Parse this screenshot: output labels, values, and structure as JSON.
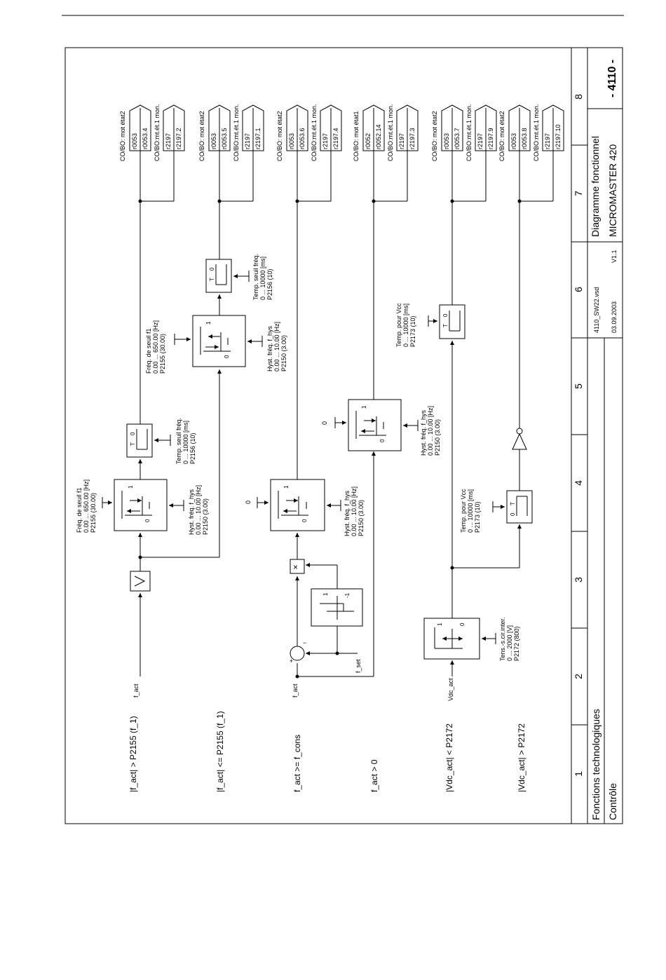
{
  "page": {
    "number": "- 4110 -"
  },
  "title_block": {
    "col_numbers": [
      "1",
      "2",
      "3",
      "4",
      "5",
      "6",
      "7",
      "8"
    ],
    "section": "Fonctions technologiques",
    "subsection": "Contrôle",
    "file": "4110_SW22.vsd",
    "date": "03.09.2003",
    "version": "V1.1",
    "doc_type": "Diagramme fonctionnel",
    "product": "MICROMASTER 420"
  },
  "conditions": [
    {
      "label": "|f_act| > P2155 (f_1)",
      "signal": "f_act"
    },
    {
      "label": "|f_act| <= P2155 (f_1)"
    },
    {
      "label": "f_act >= f_cons",
      "signal": "f_act",
      "signal2": "f_set"
    },
    {
      "label": "f_act > 0"
    },
    {
      "label": "|Vdc_act| < P2172",
      "signal": "Vdc_act"
    },
    {
      "label": "|Vdc_act| > P2172"
    }
  ],
  "params": {
    "freq_seuil": [
      "Fréq. de seuil f1",
      "0.00 ... 650.00  [Hz]",
      "P2155 (30.00)"
    ],
    "hyst": [
      "Hyst. fréq. f_hys",
      "0.00 ... 10.00  [Hz]",
      "P2150 (3.00)"
    ],
    "temp_freq": [
      "Temp. seuil fréq.",
      "0 ... 10000  [ms]",
      "P2156 (10)"
    ],
    "temp_vcc": [
      "Temp. pour Vcc",
      "0 ... 10000  [ms]",
      "P2173 (10)"
    ],
    "tens": [
      "Tens.-s.cir.inter.",
      "0 ... 2000  [V]",
      "P2172 (800)"
    ]
  },
  "glyphs": {
    "zero": "0",
    "one": "1",
    "minus_one": "-1",
    "plus": "+",
    "minus": "−",
    "t": "T",
    "mult": "×"
  },
  "outputs": [
    {
      "label1": "CO/BO: mot état2",
      "p1": "r0053",
      "b1": "r0053.4",
      "label2": "CO/BO:mt.ét.1 mon.",
      "p2": "r2197",
      "b2": "r2197.2"
    },
    {
      "label1": "CO/BO: mot état2",
      "p1": "r0053",
      "b1": "r0053.5",
      "label2": "CO/BO:mt.ét.1 mon.",
      "p2": "r2197",
      "b2": "r2197.1"
    },
    {
      "label1": "CO/BO: mot état2",
      "p1": "r0053",
      "b1": "r0053.6",
      "label2": "CO/BO:mt.ét.1 mon.",
      "p2": "r2197",
      "b2": "r2197.4"
    },
    {
      "label1": "CO/BO: mot état1",
      "p1": "r0052",
      "b1": "r0052.14",
      "label2": "CO/BO:mt.ét.1 mon.",
      "p2": "r2197",
      "b2": "r2197.3"
    },
    {
      "label1": "CO/BO: mot état2",
      "p1": "r0053",
      "b1": "r0053.7",
      "label2": "CO/BO:mt.ét.1 mon.",
      "p2": "r2197",
      "b2": "r2197.9"
    },
    {
      "label1": "CO/BO: mot état2",
      "p1": "r0053",
      "b1": "r0053.8",
      "label2": "CO/BO:mt.ét.1 mon.",
      "p2": "r2197",
      "b2": "r2197.10"
    }
  ]
}
